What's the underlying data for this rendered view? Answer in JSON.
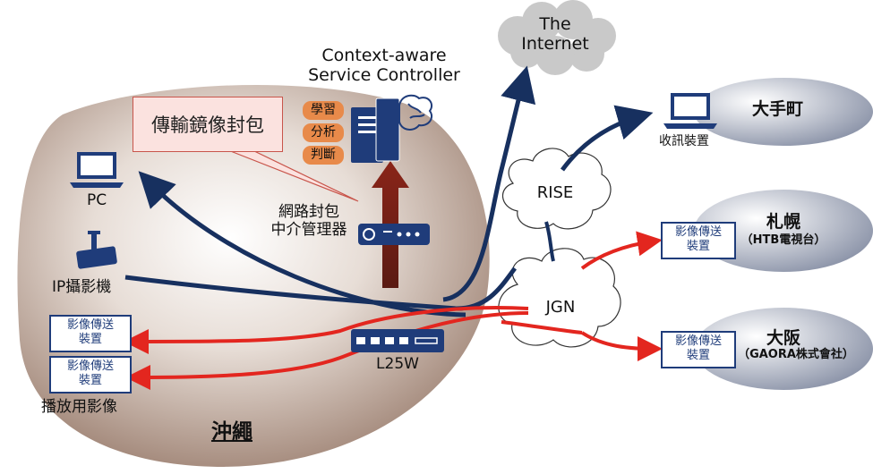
{
  "controller": {
    "title_line1": "Context-aware",
    "title_line2": "Service Controller",
    "tags": [
      "學習",
      "分析",
      "判斷"
    ]
  },
  "internet": {
    "line1": "The",
    "line2": "Internet"
  },
  "callout": {
    "text": "傳輸鏡像封包"
  },
  "middleware": {
    "line1": "網路封包",
    "line2": "中介管理器"
  },
  "left": {
    "pc": "PC",
    "ipcam": "IP攝影機",
    "region": "沖繩",
    "receiver_label": "播放用影像",
    "boxes": [
      {
        "line1": "影像傳送",
        "line2": "裝置"
      },
      {
        "line1": "影像傳送",
        "line2": "裝置"
      }
    ]
  },
  "switch": {
    "label": "L25W"
  },
  "clouds": {
    "rise": "RISE",
    "jgn": "JGN"
  },
  "sites": [
    {
      "name": "大手町",
      "sub": "",
      "device": "收訊裝置"
    },
    {
      "name": "札幌",
      "sub": "（HTB電視台）",
      "box_line1": "影像傳送",
      "box_line2": "裝置"
    },
    {
      "name": "大阪",
      "sub": "（GAORA株式會社）",
      "box_line1": "影像傳送",
      "box_line2": "裝置"
    }
  ],
  "colors": {
    "navy": "#17305f",
    "red": "#e3261f",
    "region_fill": "#b59c8e",
    "site_fill": "#8d96ae"
  }
}
